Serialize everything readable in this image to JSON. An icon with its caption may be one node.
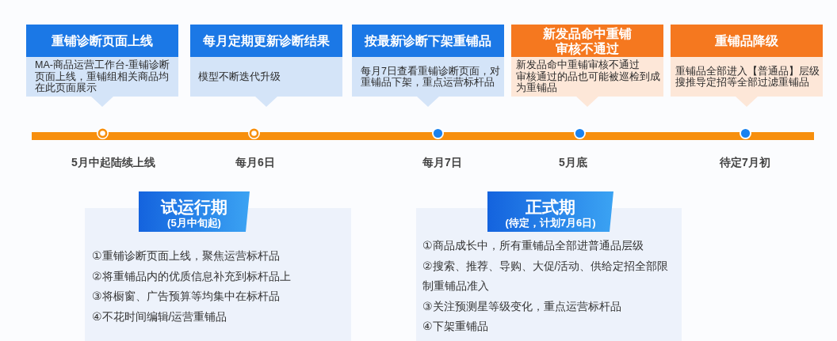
{
  "diagram": {
    "nodes": [
      {
        "text": [
          "重铺诊断页面上线",
          "MA-商品运营工作台-重铺诊断页面上线，重铺组相关商品均在此页面展示"
        ]
      },
      {
        "text": [
          "每月定期更新诊断结果",
          "模型不断迭代升级"
        ]
      },
      {
        "text": [
          "按最新诊断下架重铺品",
          "每月7日查看重铺诊断页面，对重铺品下架，重点运营标杆品"
        ]
      },
      {
        "text": [
          "新发品命中重铺审核不通过",
          "新发品命中重铺审核不通过",
          "审核通过的品也可能被巡检到成为重铺品"
        ]
      },
      {
        "text": [
          "重铺品降级",
          "重铺品全部进入【普通品】层级",
          "搜推导定招等全部过滤重铺品"
        ]
      },
      {
        "text": [
          "试运行期",
          "(5月中旬起)"
        ]
      },
      {
        "text": [
          "①重铺诊断页面上线，聚焦运营标杆品",
          "②将重铺品内的优质信息补充到标杆品上",
          "③将橱窗、广告预算等均集中在标杆品",
          "④不花时间编辑/运营重铺品"
        ]
      },
      {
        "text": [
          "正式期",
          "(待定，计划7月6日)"
        ]
      },
      {
        "text": [
          "①商品成长中，所有重铺品全部进普通品层级",
          "②搜索、推荐、导购、大促/活动、供给定招全部限制重铺品准入",
          "③关注预测星等级变化，重点运营标杆品",
          "④下架重铺品"
        ]
      }
    ],
    "labels": [
      "5月中起陆续上线",
      "每月6日",
      "每月7日",
      "5月底",
      "待定7月初"
    ]
  }
}
